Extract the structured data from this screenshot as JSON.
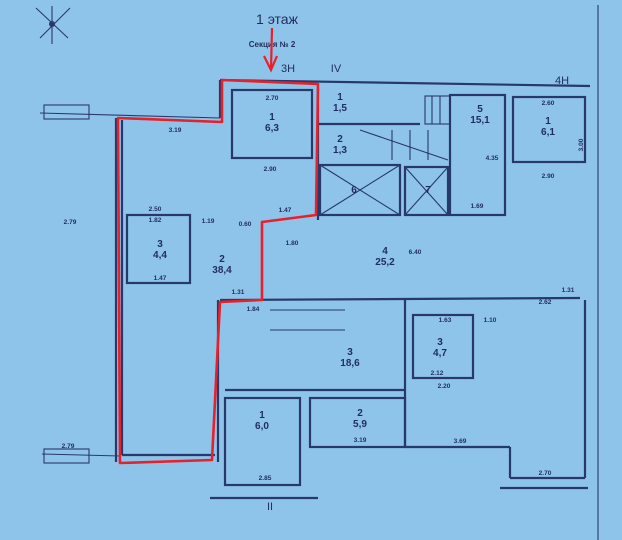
{
  "title": "1 этаж",
  "section": "Секция № 2",
  "axes": {
    "a3n": "3Н",
    "iv": "IV",
    "a4n": "4Н",
    "ii": "II"
  },
  "colors": {
    "background": "#8fc4ea",
    "walls": "#27386a",
    "highlight": "#e8202a"
  },
  "rooms": [
    {
      "num": "1",
      "area": "6,3"
    },
    {
      "num": "1",
      "area": "1,5"
    },
    {
      "num": "2",
      "area": "1,3"
    },
    {
      "num": "5",
      "area": "15,1"
    },
    {
      "num": "1",
      "area": "6,1"
    },
    {
      "num": "6",
      "area": ""
    },
    {
      "num": "7",
      "area": ""
    },
    {
      "num": "4",
      "area": "25,2"
    },
    {
      "num": "3",
      "area": "4,4"
    },
    {
      "num": "2",
      "area": "38,4"
    },
    {
      "num": "3",
      "area": "18,6"
    },
    {
      "num": "3",
      "area": "4,7"
    },
    {
      "num": "1",
      "area": "6,0"
    },
    {
      "num": "2",
      "area": "5,9"
    }
  ],
  "dims": [
    "2.70",
    "2.90",
    "2.60",
    "2.90",
    "3.19",
    "2.50",
    "1.82",
    "1.47",
    "1.19",
    "0.60",
    "1.47",
    "1.80",
    "6.40",
    "4.35",
    "1.69",
    "1.31",
    "1.84",
    "1.63",
    "1.10",
    "2.12",
    "2.20",
    "3.19",
    "2.85",
    "3.69",
    "2.70",
    "2.79",
    "2.79",
    "2.62",
    "1.31",
    "3.00"
  ],
  "icons": [
    "compass-icon",
    "red-arrow-icon",
    "red-outline-highlight",
    "stairs-icon",
    "elevator-shaft-icon"
  ]
}
